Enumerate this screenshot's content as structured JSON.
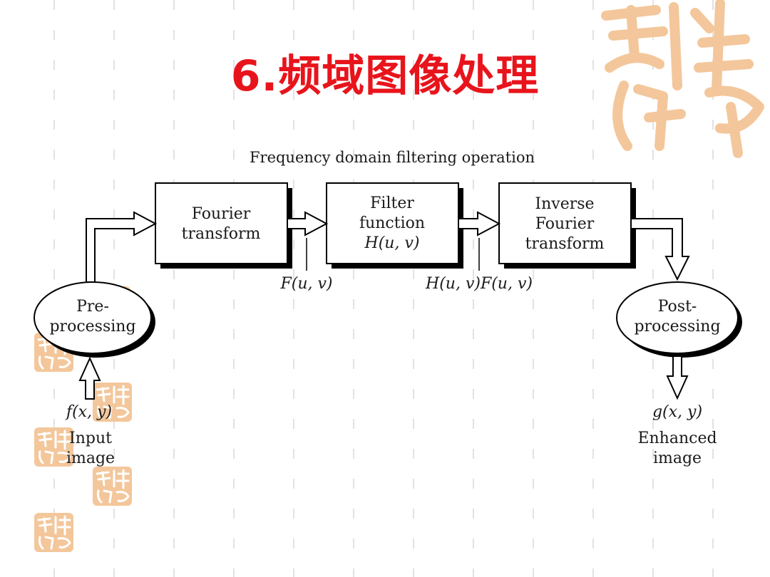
{
  "slide": {
    "title": "6.频域图像处理",
    "accent_color": "#e8141c",
    "seal_color": "#f3c79b"
  },
  "diagram": {
    "caption": "Frequency domain filtering operation",
    "boxes": {
      "fourier": [
        "Fourier",
        "transform"
      ],
      "filter": [
        "Filter",
        "function",
        "H(u, v)"
      ],
      "inverse": [
        "Inverse",
        "Fourier",
        "transform"
      ]
    },
    "ellipses": {
      "pre": [
        "Pre-",
        "processing"
      ],
      "post": [
        "Post-",
        "processing"
      ]
    },
    "signals": {
      "after_fourier": "F(u, v)",
      "after_filter": "H(u, v)F(u, v)",
      "input_fn": "f(x, y)",
      "output_fn": "g(x, y)"
    },
    "io_labels": {
      "input": [
        "Input",
        "image"
      ],
      "output": [
        "Enhanced",
        "image"
      ]
    }
  }
}
